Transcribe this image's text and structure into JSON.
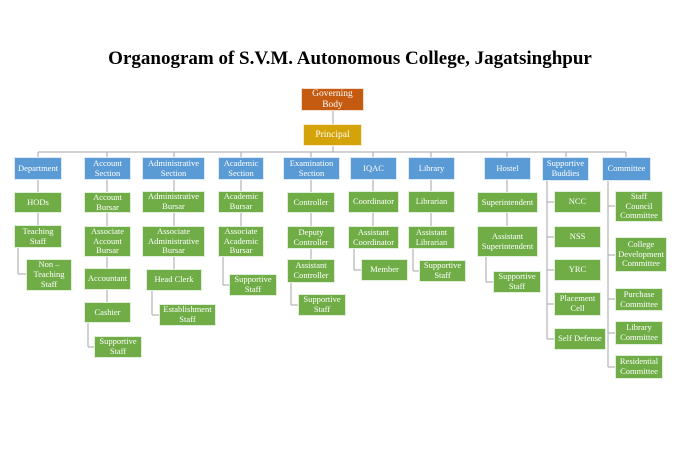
{
  "title": "Organogram of S.V.M. Autonomous College, Jagatsinghpur",
  "governing_body": "Governing\nBody",
  "principal": "Principal",
  "columns": [
    {
      "head": "Department",
      "items": [
        "HODs",
        "Teaching\nStaff",
        "Non –\nTeaching\nStaff"
      ]
    },
    {
      "head": "Account\nSection",
      "items": [
        "Account\nBursar",
        "Associate\nAccount\nBursar",
        "Accountant",
        "Cashier",
        "Supportive\nStaff"
      ]
    },
    {
      "head": "Administrative\nSection",
      "items": [
        "Administrative\nBursar",
        "Associate\nAdministrative\nBursar",
        "Head Clerk",
        "Establishment\nStaff"
      ]
    },
    {
      "head": "Academic\nSection",
      "items": [
        "Academic\nBursar",
        "Associate\nAcademic\nBursar",
        "Supportive\nStaff"
      ]
    },
    {
      "head": "Examination\nSection",
      "items": [
        "Controller",
        "Deputy\nController",
        "Assistant\nController",
        "Supportive\nStaff"
      ]
    },
    {
      "head": "IQAC",
      "items": [
        "Coordinator",
        "Assistant\nCoordinator",
        "Member"
      ]
    },
    {
      "head": "Library",
      "items": [
        "Librarian",
        "Assistant\nLibrarian",
        "Supportive\nStaff"
      ]
    },
    {
      "head": "Hostel",
      "items": [
        "Superintendent",
        "Assistant\nSuperintendent",
        "Supportive\nStaff"
      ]
    },
    {
      "head": "Supportive\nBuddies",
      "items": [
        "NCC",
        "NSS",
        "YRC",
        "Placement\nCell",
        "Self Defense"
      ]
    },
    {
      "head": "Committee",
      "items": [
        "Staff\nCouncil\nCommittee",
        "College\nDevelopment\nCommittee",
        "Purchase\nCommittee",
        "Library\nCommittee",
        "Residential\nCommittee"
      ]
    }
  ],
  "colors": {
    "governing_body": "#c55a11",
    "principal": "#d4a30a",
    "section": "#5b9bd5",
    "role": "#70ad47",
    "connector": "#a6a6a6"
  }
}
